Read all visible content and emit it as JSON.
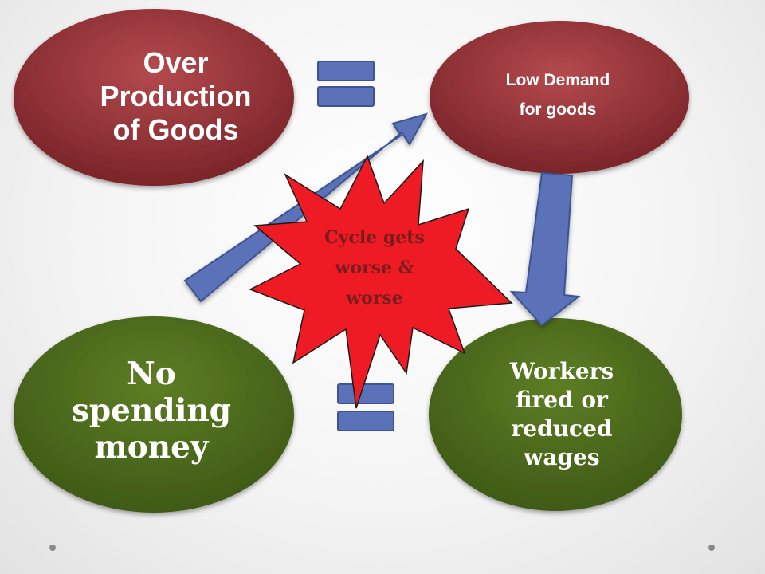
{
  "diagram": {
    "nodes": {
      "over_production": {
        "text": "Over\nProduction\nof Goods",
        "fill": "#8e2f33"
      },
      "low_demand": {
        "text": "Low Demand\nfor goods",
        "fill": "#8e2f33"
      },
      "workers_fired": {
        "text": "Workers\nfired or\nreduced\nwages",
        "fill": "#4d6b1d"
      },
      "no_spending": {
        "text": "No\nspending\nmoney",
        "fill": "#4d6b1d"
      }
    },
    "burst": {
      "text": "Cycle gets\nworse &\nworse",
      "fill": "#ee1b24",
      "text_color": "#7a1c1c"
    },
    "arrow_color": "#5b72b8",
    "equals_color": "#5b72b8"
  }
}
